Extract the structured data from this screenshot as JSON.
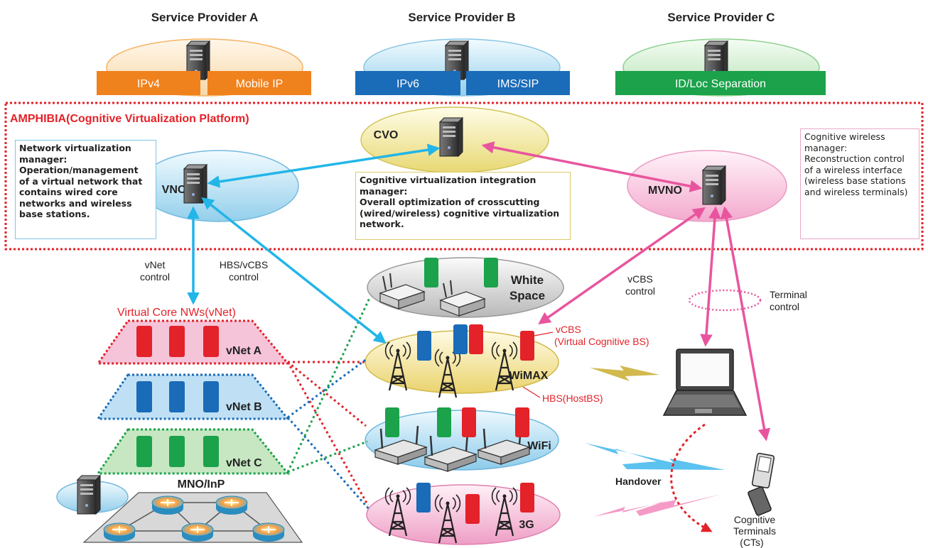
{
  "providers": [
    {
      "name": "Service Provider A",
      "protocols": [
        "IPv4",
        "Mobile IP"
      ]
    },
    {
      "name": "Service Provider B",
      "protocols": [
        "IPv6",
        "IMS/SIP"
      ]
    },
    {
      "name": "Service Provider C",
      "protocols": [
        "ID/Loc Separation"
      ]
    }
  ],
  "platform_title": "AMPHIBIA(Cognitive Virtualization Platform)",
  "nodes": {
    "cvo": "CVO",
    "vno": "VNO",
    "mvno": "MVNO"
  },
  "descriptions": {
    "vno": [
      "Network virtualization",
      "manager:",
      "Operation/management",
      "of a virtual network that",
      "contains wired core",
      "networks and wireless",
      "base stations."
    ],
    "cvo": [
      "Cognitive virtualization integration",
      "manager:",
      "Overall optimization of crosscutting",
      "(wired/wireless) cognitive virtualization",
      "network."
    ],
    "mvno": [
      "Cognitive wireless",
      "manager:",
      "Reconstruction control",
      "of a wireless interface",
      "(wireless base stations",
      "and wireless terminals)"
    ]
  },
  "control_labels": {
    "vnet_control": [
      "vNet",
      "control"
    ],
    "hbs_vcbs_control": [
      "HBS/vCBS",
      "control"
    ],
    "vcbs_control": [
      "vCBS",
      "control"
    ],
    "terminal_control": [
      "Terminal",
      "control"
    ]
  },
  "vnet": {
    "title": "Virtual Core NWs(vNet)",
    "layers": [
      "vNet A",
      "vNet B",
      "vNet C"
    ]
  },
  "mno": "MNO/InP",
  "access_networks": {
    "white_space": [
      "White",
      "Space"
    ],
    "wimax": "WiMAX",
    "wifi": "WiFi",
    "g3": "3G"
  },
  "annotations": {
    "vcbs": [
      "vCBS",
      "(Virtual Cognitive BS)"
    ],
    "hbs": "HBS(HostBS)",
    "handover": "Handover",
    "terminals": [
      "Cognitive",
      "Terminals",
      "(CTs)"
    ]
  },
  "colors": {
    "provider_a": "#f0821e",
    "provider_b": "#1a6bb8",
    "provider_c": "#1ba24b",
    "platform_border": "#e32229",
    "vnet_a": "#e32229",
    "vnet_b": "#1a6bb8",
    "vnet_c": "#1ba24b",
    "cyan_arrow": "#22b5e8",
    "pink_arrow": "#e8559e"
  }
}
